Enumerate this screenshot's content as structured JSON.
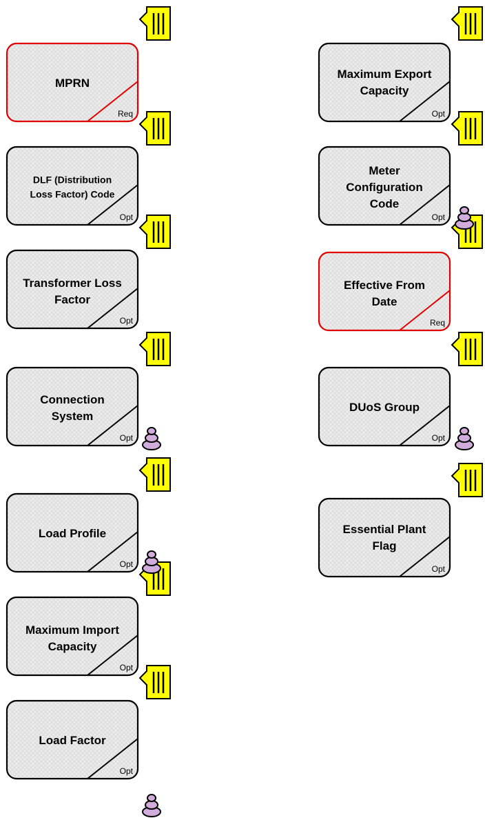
{
  "colors": {
    "optional_border": "#000000",
    "required_border": "#e00000",
    "box_fill": "#ececec",
    "note_fill": "#ffff00",
    "stack_fill": "#e9a0b8"
  },
  "icons": {
    "note": "yellow-note-icon",
    "stack": "stacked-discs-icon"
  },
  "entities": [
    {
      "id": "mprn",
      "lines": [
        "MPRN"
      ],
      "tag": "Req",
      "required": true,
      "has_note": true,
      "has_stack": false
    },
    {
      "id": "dlf-code",
      "lines": [
        "DLF (Distribution",
        "Loss Factor) Code"
      ],
      "tag": "Opt",
      "required": false,
      "has_note": true,
      "has_stack": false
    },
    {
      "id": "transformer-loss-factor",
      "lines": [
        "Transformer Loss",
        "Factor"
      ],
      "tag": "Opt",
      "required": false,
      "has_note": true,
      "has_stack": false
    },
    {
      "id": "connection-system",
      "lines": [
        "Connection",
        "System"
      ],
      "tag": "Opt",
      "required": false,
      "has_note": true,
      "has_stack": true
    },
    {
      "id": "load-profile",
      "lines": [
        "Load Profile"
      ],
      "tag": "Opt",
      "required": false,
      "has_note": true,
      "has_stack": true
    },
    {
      "id": "maximum-import-capacity",
      "lines": [
        "Maximum Import",
        "Capacity"
      ],
      "tag": "Opt",
      "required": false,
      "has_note": true,
      "has_stack": false
    },
    {
      "id": "load-factor",
      "lines": [
        "Load Factor"
      ],
      "tag": "Opt",
      "required": false,
      "has_note": true,
      "has_stack": true
    },
    {
      "id": "maximum-export-capacity",
      "lines": [
        "Maximum Export",
        "Capacity"
      ],
      "tag": "Opt",
      "required": false,
      "has_note": true,
      "has_stack": false
    },
    {
      "id": "meter-configuration-code",
      "lines": [
        "Meter",
        "Configuration",
        "Code"
      ],
      "tag": "Opt",
      "required": false,
      "has_note": true,
      "has_stack": true
    },
    {
      "id": "effective-from-date",
      "lines": [
        "Effective From",
        "Date"
      ],
      "tag": "Req",
      "required": true,
      "has_note": true,
      "has_stack": false
    },
    {
      "id": "duos-group",
      "lines": [
        "DUoS Group"
      ],
      "tag": "Opt",
      "required": false,
      "has_note": true,
      "has_stack": true
    },
    {
      "id": "essential-plant-flag",
      "lines": [
        "Essential Plant",
        "Flag"
      ],
      "tag": "Opt",
      "required": false,
      "has_note": true,
      "has_stack": false
    }
  ]
}
